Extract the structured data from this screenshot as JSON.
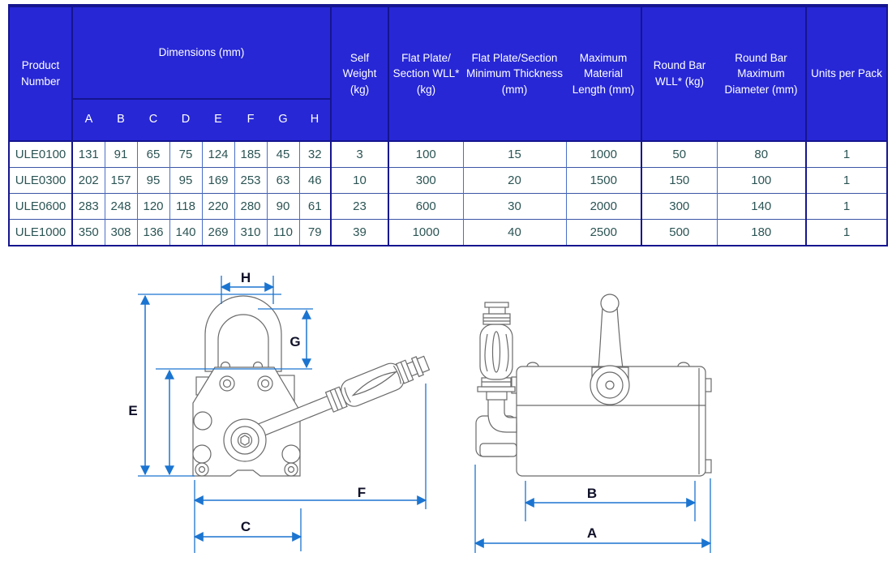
{
  "colors": {
    "header_bg": "#2727d6",
    "header_text": "#ffffff",
    "border_dark": "#15158f",
    "border_light": "#4a6fc8",
    "row_divider": "#3a55a5",
    "data_text": "#2c5454",
    "dimension_blue": "#1b74d0",
    "label_dark": "#101129",
    "drawing_gray": "#6a6a6a"
  },
  "table": {
    "header": {
      "product": "Product Number",
      "dimensions_group": "Dimensions (mm)",
      "dim_letters": [
        "A",
        "B",
        "C",
        "D",
        "E",
        "F",
        "G",
        "H"
      ],
      "self_weight": "Self Weight (kg)",
      "flat_wll": "Flat Plate/ Section WLL* (kg)",
      "flat_min_thickness": "Flat Plate/Section Minimum Thickness (mm)",
      "max_material_length": "Maximum Material Length (mm)",
      "round_wll": "Round Bar WLL* (kg)",
      "round_max_dia": "Round Bar Maximum Diameter (mm)",
      "units_per_pack": "Units per Pack"
    },
    "rows": [
      {
        "product": "ULE0100",
        "a": "131",
        "b": "91",
        "c": "65",
        "d": "75",
        "e": "124",
        "f": "185",
        "g": "45",
        "h": "32",
        "self_weight": "3",
        "flat_wll": "100",
        "min_thickness": "15",
        "max_length": "1000",
        "round_wll": "50",
        "round_dia": "80",
        "units": "1"
      },
      {
        "product": "ULE0300",
        "a": "202",
        "b": "157",
        "c": "95",
        "d": "95",
        "e": "169",
        "f": "253",
        "g": "63",
        "h": "46",
        "self_weight": "10",
        "flat_wll": "300",
        "min_thickness": "20",
        "max_length": "1500",
        "round_wll": "150",
        "round_dia": "100",
        "units": "1"
      },
      {
        "product": "ULE0600",
        "a": "283",
        "b": "248",
        "c": "120",
        "d": "118",
        "e": "220",
        "f": "280",
        "g": "90",
        "h": "61",
        "self_weight": "23",
        "flat_wll": "600",
        "min_thickness": "30",
        "max_length": "2000",
        "round_wll": "300",
        "round_dia": "140",
        "units": "1"
      },
      {
        "product": "ULE1000",
        "a": "350",
        "b": "308",
        "c": "136",
        "d": "140",
        "e": "269",
        "f": "310",
        "g": "110",
        "h": "79",
        "self_weight": "39",
        "flat_wll": "1000",
        "min_thickness": "40",
        "max_length": "2500",
        "round_wll": "500",
        "round_dia": "180",
        "units": "1"
      }
    ]
  },
  "diagram": {
    "front_labels": {
      "h": "H",
      "g": "G",
      "e": "E",
      "f": "F",
      "c": "C"
    },
    "side_labels": {
      "b": "B",
      "a": "A"
    }
  }
}
